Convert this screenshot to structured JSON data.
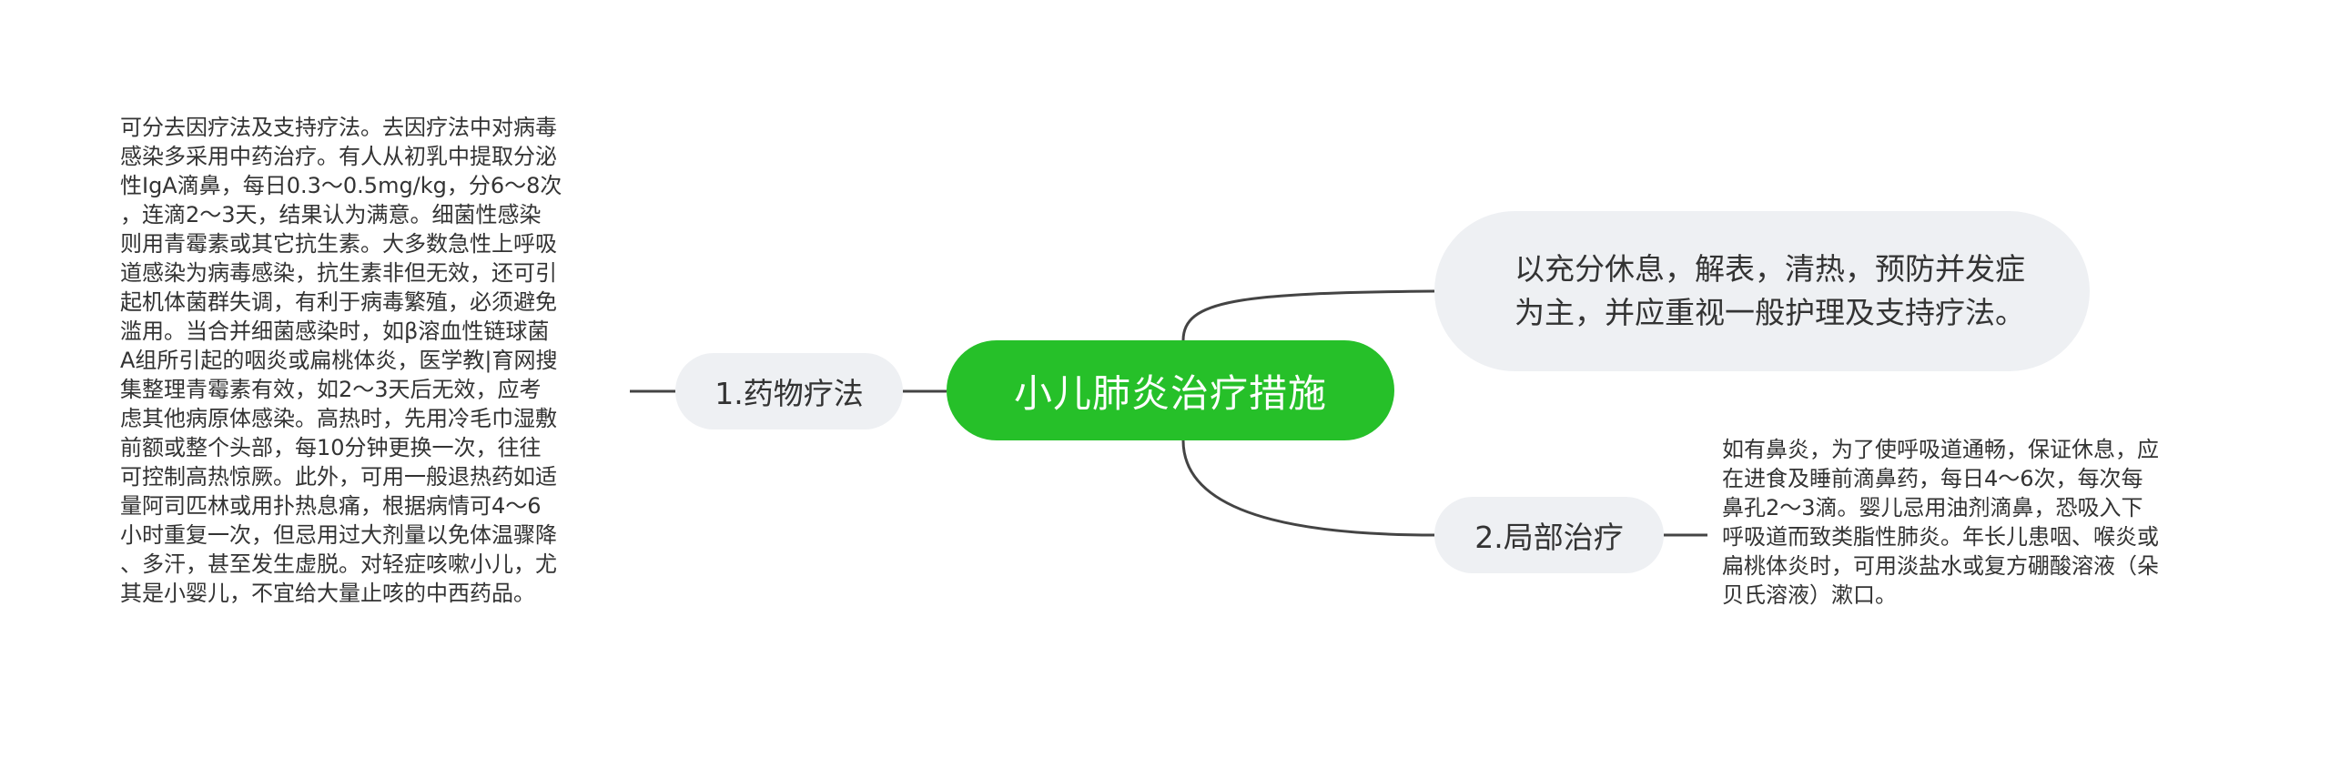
{
  "root": {
    "label": "小儿肺炎治疗措施"
  },
  "branches": [
    {
      "label": "以充分休息，解表，清热，预防并发症为主，并应重视一般护理及支持疗法。"
    },
    {
      "label": "1.药物疗法",
      "detail": "可分去因疗法及支持疗法。去因疗法中对病毒\n感染多采用中药治疗。有人从初乳中提取分泌\n性IgA滴鼻，每日0.3～0.5mg/kg，分6～8次\n，连滴2～3天，结果认为满意。细菌性感染\n则用青霉素或其它抗生素。大多数急性上呼吸\n道感染为病毒感染，抗生素非但无效，还可引\n起机体菌群失调，有利于病毒繁殖，必须避免\n滥用。当合并细菌感染时，如β溶血性链球菌\nA组所引起的咽炎或扁桃体炎，医学教|育网搜\n集整理青霉素有效，如2～3天后无效，应考\n虑其他病原体感染。高热时，先用冷毛巾湿敷\n前额或整个头部，每10分钟更换一次，往往\n可控制高热惊厥。此外，可用一般退热药如适\n量阿司匹林或用扑热息痛，根据病情可4～6\n小时重复一次，但忌用过大剂量以免体温骤降\n、多汗，甚至发生虚脱。对轻症咳嗽小儿，尤\n其是小婴儿，不宜给大量止咳的中西药品。"
    },
    {
      "label": "2.局部治疗",
      "detail": "如有鼻炎，为了使呼吸道通畅，保证休息，应\n在进食及睡前滴鼻药，每日4～6次，每次每\n鼻孔2～3滴。婴儿忌用油剂滴鼻，恐吸入下\n呼吸道而致类脂性肺炎。年长儿患咽、喉炎或\n扁桃体炎时，可用淡盐水或复方硼酸溶液（朵\n贝氏溶液）漱口。"
    }
  ],
  "colors": {
    "root_fill": "#26c029",
    "branch_fill": "#eef0f3",
    "link_stroke": "#444444",
    "text": "#333333"
  }
}
